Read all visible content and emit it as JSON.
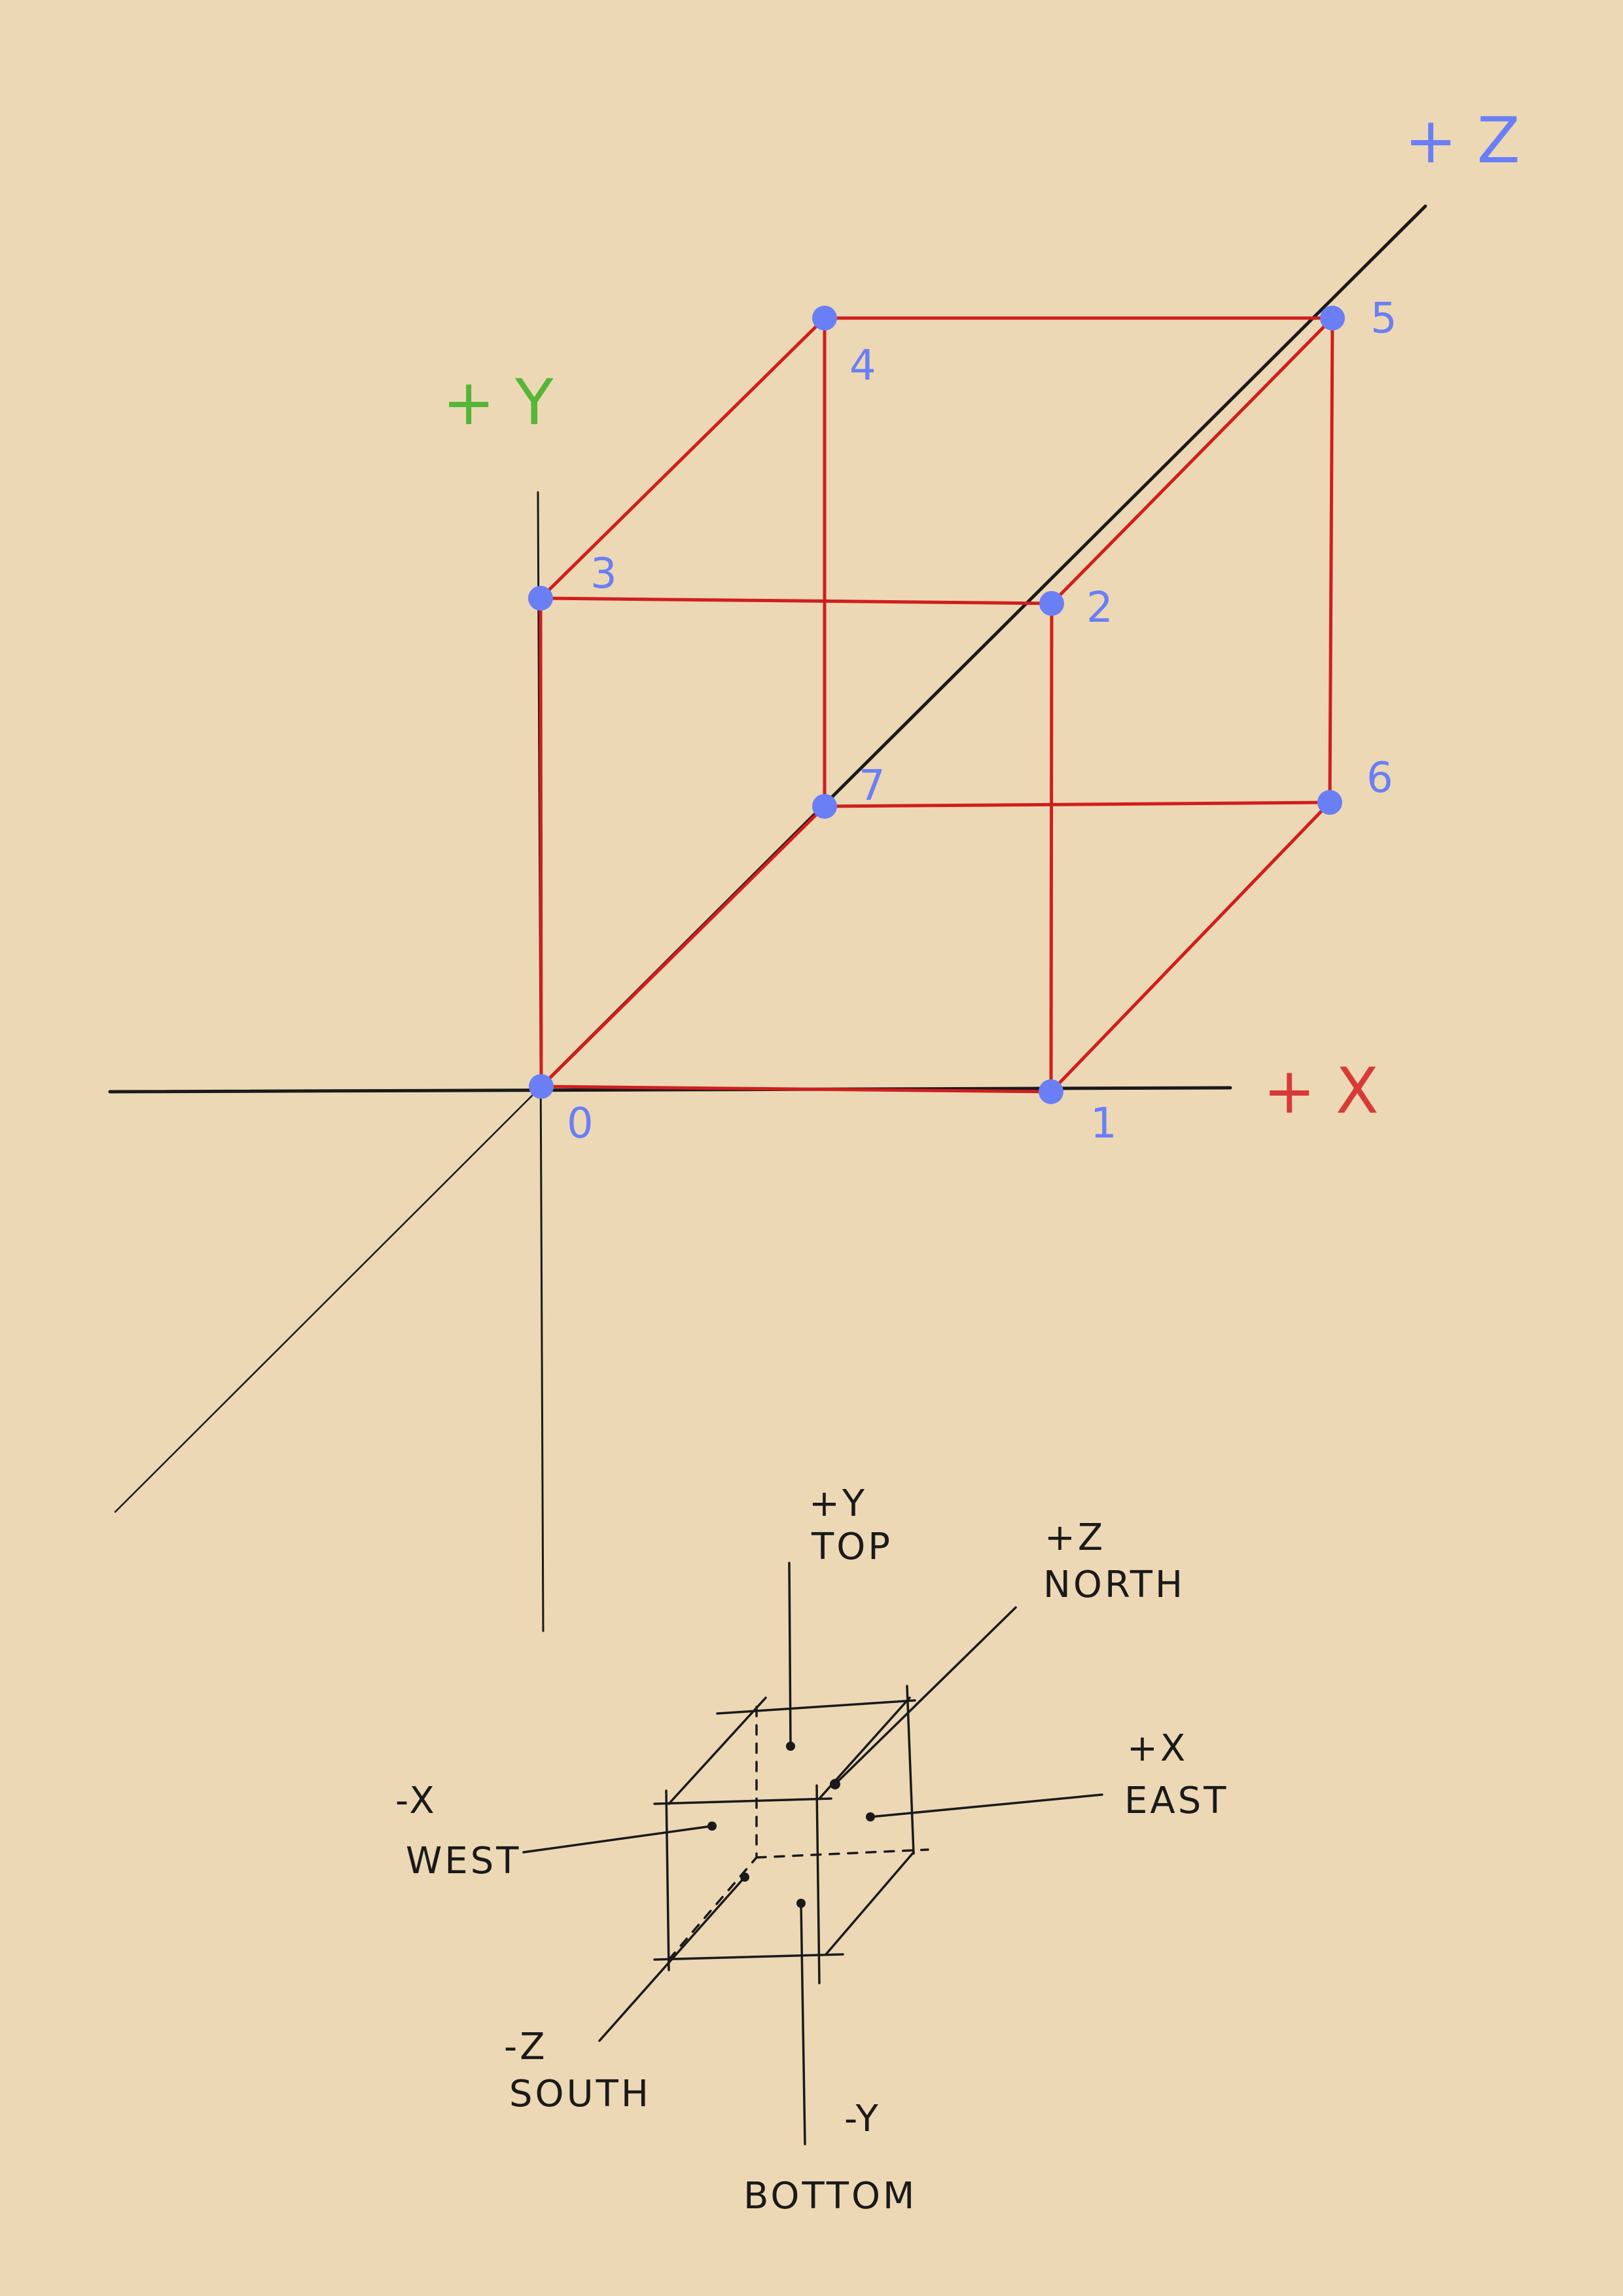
{
  "colors": {
    "background": "#edd8b5",
    "cube_edge": "#d01e1e",
    "vertex": "#6a7ff5",
    "x_axis_label": "#d83a3a",
    "y_axis_label": "#55b637",
    "z_axis_label": "#6a7ff5",
    "ink": "#1a1a1a"
  },
  "main_diagram": {
    "axis_labels": {
      "x": "+ X",
      "y": "+ Y",
      "z": "+ Z"
    },
    "vertex_labels": [
      "0",
      "1",
      "2",
      "3",
      "4",
      "5",
      "6",
      "7"
    ],
    "edges": [
      [
        0,
        1
      ],
      [
        1,
        2
      ],
      [
        2,
        3
      ],
      [
        3,
        0
      ],
      [
        4,
        5
      ],
      [
        5,
        6
      ],
      [
        6,
        7
      ],
      [
        7,
        4
      ],
      [
        0,
        7
      ],
      [
        1,
        6
      ],
      [
        2,
        5
      ],
      [
        3,
        4
      ]
    ]
  },
  "mini_diagram": {
    "top": {
      "axis": "+Y",
      "name": "TOP"
    },
    "north": {
      "axis": "+Z",
      "name": "NORTH"
    },
    "east": {
      "axis": "+X",
      "name": "EAST"
    },
    "west": {
      "axis": "-X",
      "name": "WEST"
    },
    "south": {
      "axis": "-Z",
      "name": "SOUTH"
    },
    "bottom": {
      "axis": "-Y",
      "name": "BOTTOM"
    }
  }
}
